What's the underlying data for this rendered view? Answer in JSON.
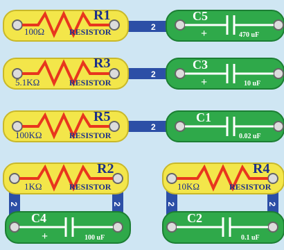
{
  "resistors": [
    {
      "id": "R1",
      "value": "100Ω",
      "word": "RESISTOR"
    },
    {
      "id": "R3",
      "value": "5.1KΩ",
      "word": "RESISTOR"
    },
    {
      "id": "R5",
      "value": "100KΩ",
      "word": "RESISTOR"
    },
    {
      "id": "R2",
      "value": "1KΩ",
      "word": "RESISTOR"
    },
    {
      "id": "R4",
      "value": "10KΩ",
      "word": "RESISTOR"
    }
  ],
  "capacitors": [
    {
      "id": "C5",
      "value": "470 uF",
      "plus": "+"
    },
    {
      "id": "C3",
      "value": "10 uF",
      "plus": "+"
    },
    {
      "id": "C1",
      "value": "0.02 uF",
      "plus": ""
    },
    {
      "id": "C4",
      "value": "100 uF",
      "plus": "+"
    },
    {
      "id": "C2",
      "value": "0.1 uF",
      "plus": ""
    }
  ],
  "wires": [
    {
      "label": "2"
    },
    {
      "label": "2"
    },
    {
      "label": "2"
    },
    {
      "label": "2"
    },
    {
      "label": "2"
    },
    {
      "label": "2"
    },
    {
      "label": "2"
    }
  ],
  "colors": {
    "resistor_body": "#f3e64a",
    "capacitor_body": "#2fa94a",
    "wire": "#2c4fa6",
    "zigzag": "#e8361e",
    "label": "#1b2f8a",
    "background": "#cfe6f3"
  }
}
